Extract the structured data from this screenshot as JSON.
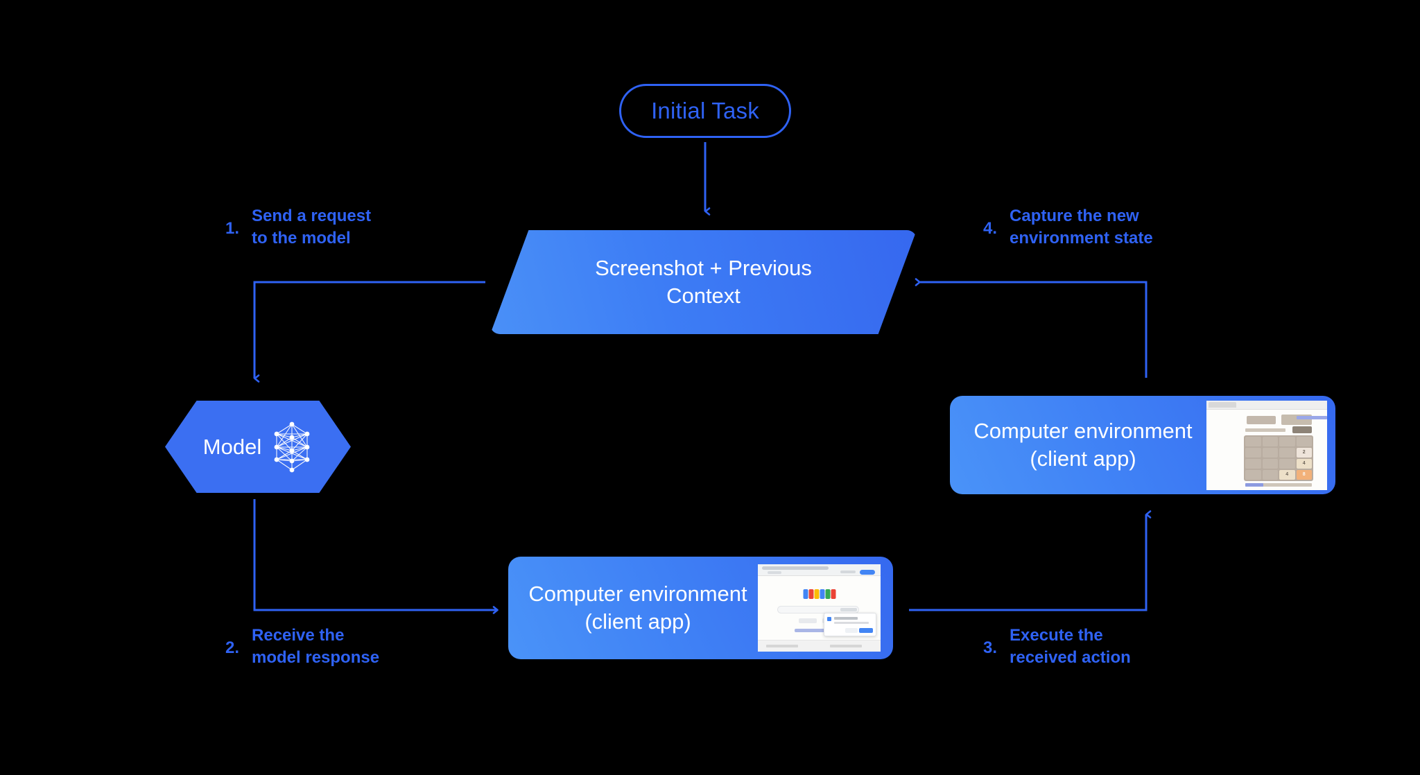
{
  "diagram": {
    "title_node": {
      "label": "Initial Task"
    },
    "context_node": {
      "line1": "Screenshot + Previous",
      "line2": "Context"
    },
    "model_node": {
      "label": "Model",
      "icon": "neural-network-icon"
    },
    "env_right": {
      "line1": "Computer environment",
      "line2": "(client app)",
      "thumbnail": "2048-game-screenshot"
    },
    "env_bottom": {
      "line1": "Computer environment",
      "line2": "(client app)",
      "thumbnail": "google-search-screenshot"
    },
    "steps": [
      {
        "num": "1.",
        "text": "Send a request\nto the model"
      },
      {
        "num": "2.",
        "text": "Receive the\nmodel response"
      },
      {
        "num": "3.",
        "text": "Execute the\nreceived action"
      },
      {
        "num": "4.",
        "text": "Capture the new\nenvironment state"
      }
    ],
    "colors": {
      "background": "#000000",
      "accent_blue": "#2f62f4",
      "node_blue_light": "#4a93f8",
      "node_blue_dark": "#3669ef",
      "edge_blue": "#3b6ff2",
      "text_white": "#ffffff"
    },
    "thumb_2048": {
      "grid": [
        [
          "",
          "",
          "",
          ""
        ],
        [
          "",
          "",
          "",
          "2"
        ],
        [
          "",
          "",
          "",
          "4"
        ],
        [
          "",
          "",
          "4",
          "8"
        ]
      ]
    }
  }
}
